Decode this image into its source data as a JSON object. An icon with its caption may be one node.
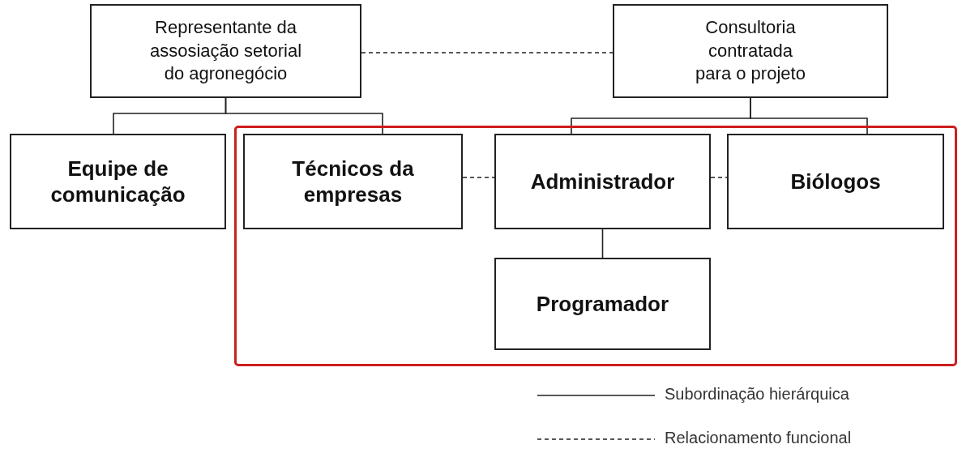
{
  "diagram": {
    "nodes": [
      {
        "text": [
          "Representante da assosiação setorial do agronegócio"
        ]
      },
      {
        "text": [
          "Consultoria contratada para o projeto"
        ]
      },
      {
        "text": [
          "Equipe de comunicação"
        ]
      },
      {
        "text": [],
        "shape": "box"
      },
      {
        "text": [
          "Técnicos da empresas"
        ],
        "in": 3
      },
      {
        "text": [
          "Administrador"
        ],
        "in": 3
      },
      {
        "text": [
          "Biólogos"
        ],
        "in": 3
      },
      {
        "text": [
          "Programador"
        ],
        "in": 3
      }
    ],
    "edges": [
      {
        "from": 0,
        "to": 1,
        "arrow": "none",
        "style": "dashed"
      },
      {
        "from": 0,
        "to": 2,
        "arrow": "none"
      },
      {
        "from": 0,
        "to": 4,
        "arrow": "none"
      },
      {
        "from": 1,
        "to": 5,
        "arrow": "none"
      },
      {
        "from": 1,
        "to": 6,
        "arrow": "none"
      },
      {
        "from": 4,
        "to": 5,
        "arrow": "none",
        "style": "dashed"
      },
      {
        "from": 5,
        "to": 6,
        "arrow": "none",
        "style": "dashed"
      },
      {
        "from": 5,
        "to": 7,
        "arrow": "none"
      }
    ],
    "legend": [
      {
        "text": "Subordinação hierárquica"
      },
      {
        "text": "Relacionamento funcional"
      }
    ]
  }
}
